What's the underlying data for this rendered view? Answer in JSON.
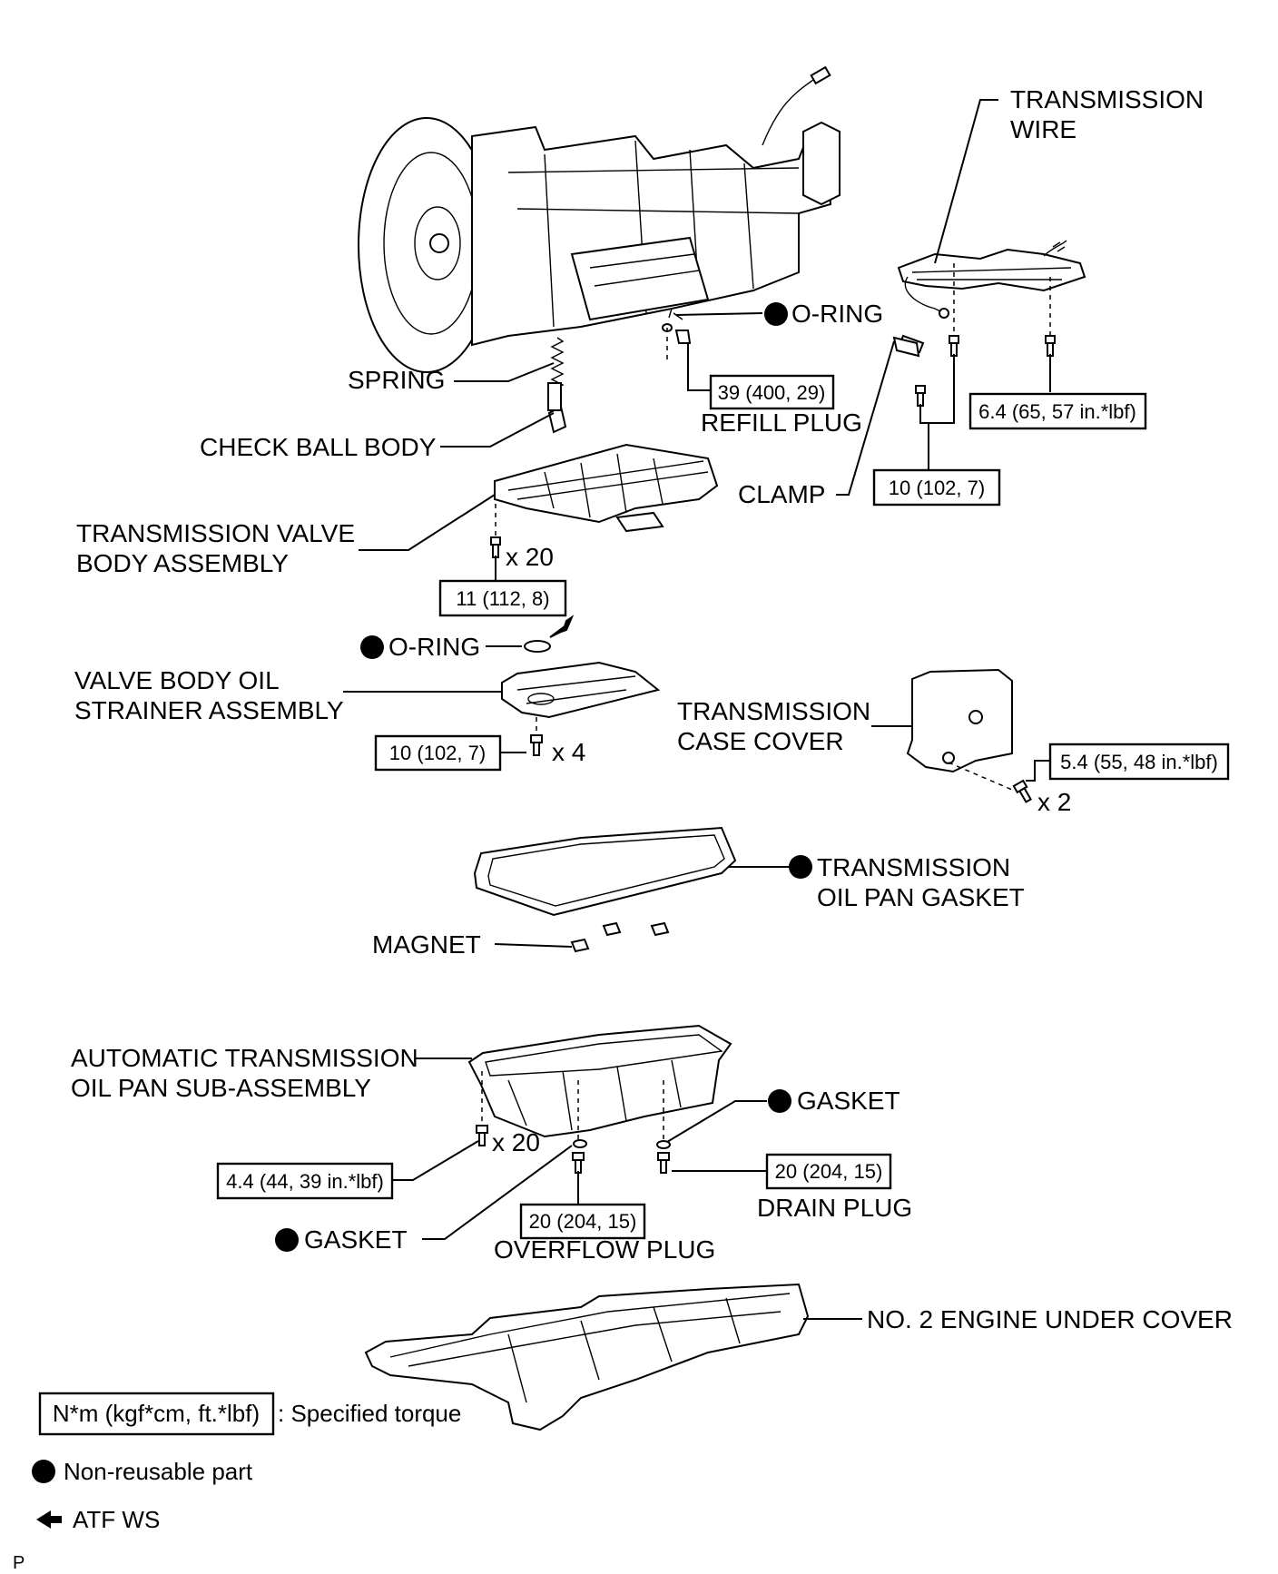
{
  "labels": {
    "transmission_wire": [
      "TRANSMISSION",
      "WIRE"
    ],
    "o_ring_top": "O-RING",
    "spring": "SPRING",
    "refill_plug": "REFILL PLUG",
    "check_ball_body": "CHECK BALL BODY",
    "clamp": "CLAMP",
    "valve_body_assembly": [
      "TRANSMISSION VALVE",
      "BODY ASSEMBLY"
    ],
    "o_ring_mid": "O-RING",
    "oil_strainer": [
      "VALVE BODY OIL",
      "STRAINER ASSEMBLY"
    ],
    "case_cover": [
      "TRANSMISSION",
      "CASE COVER"
    ],
    "oil_pan_gasket": [
      "TRANSMISSION",
      "OIL PAN GASKET"
    ],
    "magnet": "MAGNET",
    "oil_pan": [
      "AUTOMATIC TRANSMISSION",
      "OIL PAN SUB-ASSEMBLY"
    ],
    "gasket_right": "GASKET",
    "drain_plug": "DRAIN PLUG",
    "gasket_left": "GASKET",
    "overflow_plug": "OVERFLOW PLUG",
    "under_cover": "NO. 2 ENGINE UNDER COVER"
  },
  "torques": {
    "refill_plug": "39 (400, 29)",
    "wire_bolt": "6.4 (65, 57 in.*lbf)",
    "clamp_bolt": "10 (102, 7)",
    "valve_body": "11 (112, 8)",
    "strainer": "10 (102, 7)",
    "case_cover": "5.4 (55, 48 in.*lbf)",
    "oil_pan": "4.4 (44, 39 in.*lbf)",
    "drain_plug": "20 (204, 15)",
    "overflow_plug": "20 (204, 15)"
  },
  "quantities": {
    "valve_body_bolts": "x 20",
    "strainer_bolts": "x 4",
    "case_cover_bolts": "x 2",
    "oil_pan_bolts": "x 20"
  },
  "legend": {
    "torque_unit": "N*m (kgf*cm, ft.*lbf)",
    "torque_desc": ": Specified torque",
    "non_reusable": "Non-reusable part",
    "atf": "ATF WS"
  },
  "corner_mark": "P"
}
